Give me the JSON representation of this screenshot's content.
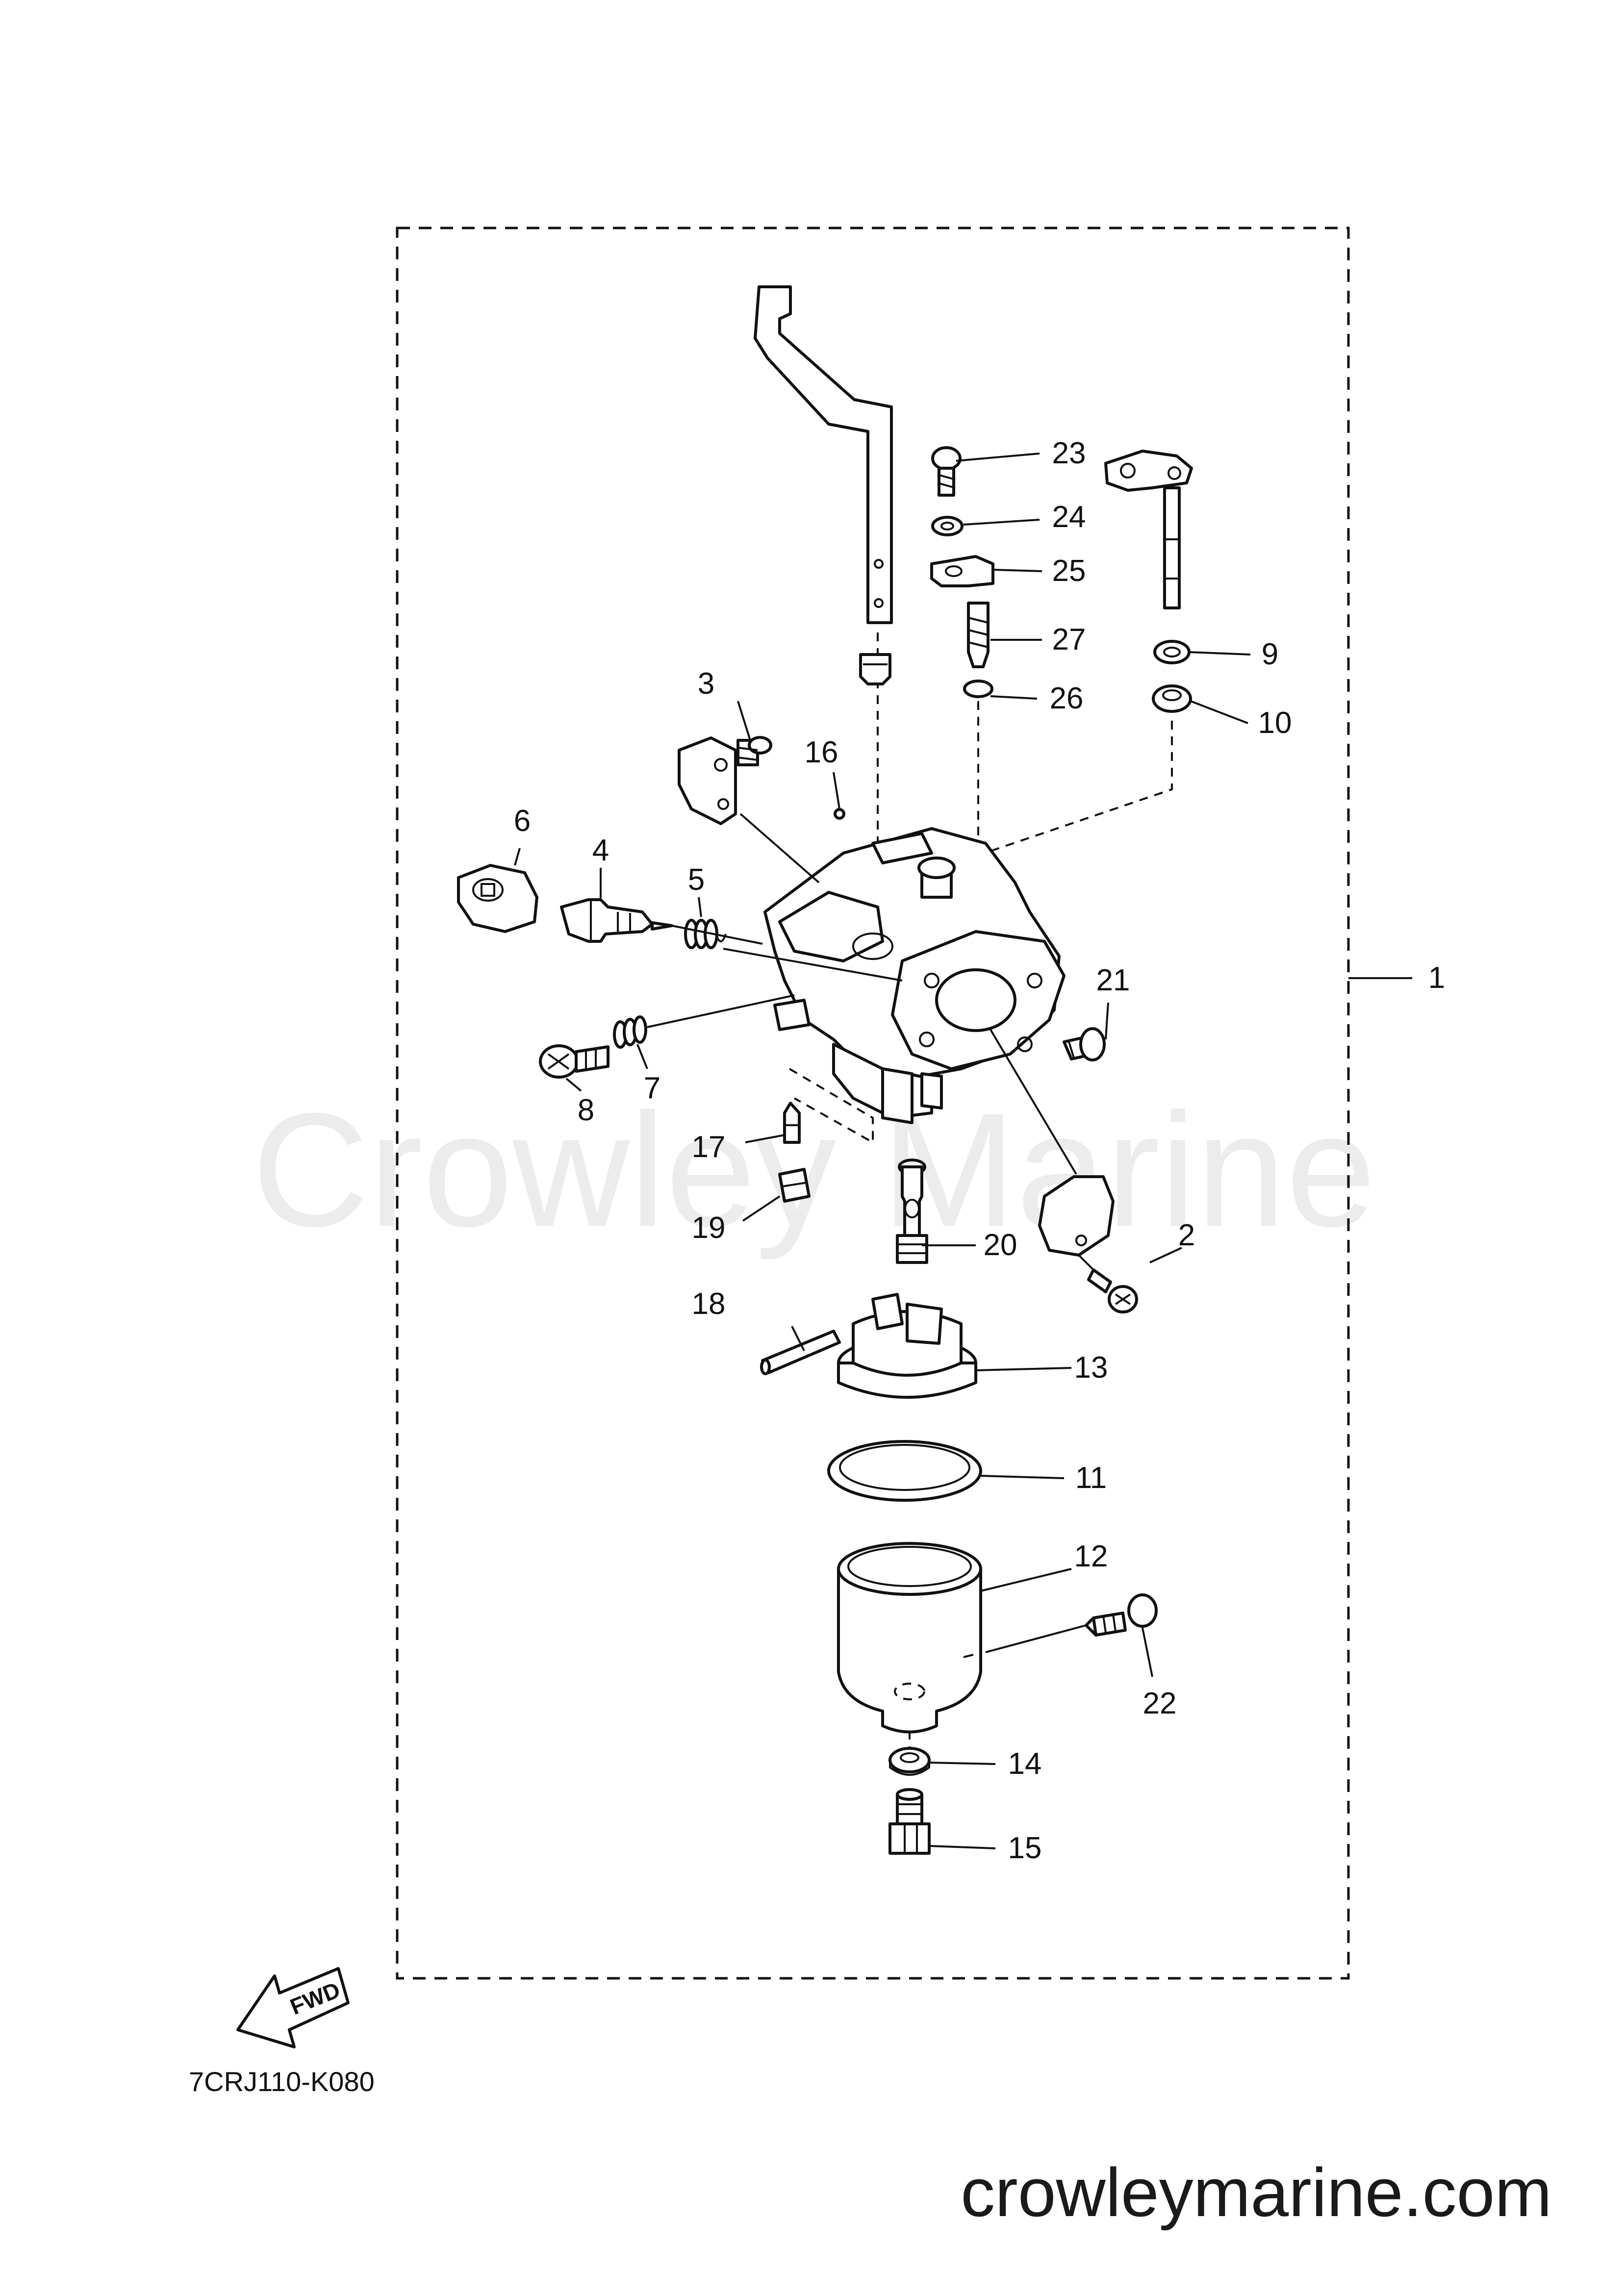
{
  "diagram": {
    "drawing_code": "7CRJ110-K080",
    "fwd_label": "FWD",
    "watermark_text": "Crowley Marine",
    "site_text": "crowleymarine.com",
    "callouts": [
      "1",
      "2",
      "3",
      "4",
      "5",
      "6",
      "7",
      "8",
      "9",
      "10",
      "11",
      "12",
      "13",
      "14",
      "15",
      "16",
      "17",
      "18",
      "19",
      "20",
      "21",
      "22",
      "23",
      "24",
      "25",
      "26",
      "27"
    ]
  },
  "colors": {
    "line": "#111111",
    "watermark": "#ececec",
    "background": "#ffffff"
  }
}
